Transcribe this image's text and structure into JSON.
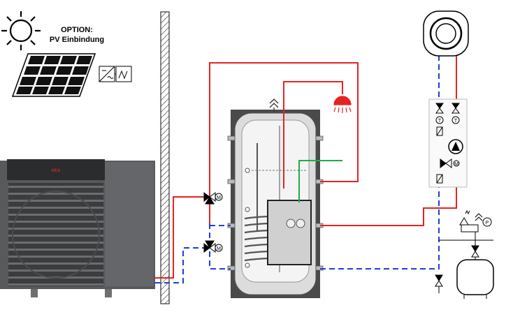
{
  "labels": {
    "option_line1": "OPTION:",
    "option_line2": "PV Einbindung",
    "brand": "elco",
    "motor": "M",
    "thermometer": "T",
    "pressure": "P"
  },
  "icons": {
    "sun": "sun-icon",
    "solar_panel": "solar-panel-icon",
    "inverter": "inverter-icon",
    "shower": "shower-head-icon",
    "radiator": "radiator-icon",
    "expansion_vessel": "expansion-vessel-icon",
    "pump": "circulation-pump-icon"
  },
  "colors": {
    "flow": "#e52421",
    "return": "#1d3fd6",
    "aux": "#1faa4a",
    "unit_body": "#55585b",
    "unit_dark": "#2c2e30",
    "tank_shell": "#e8e8e8"
  }
}
